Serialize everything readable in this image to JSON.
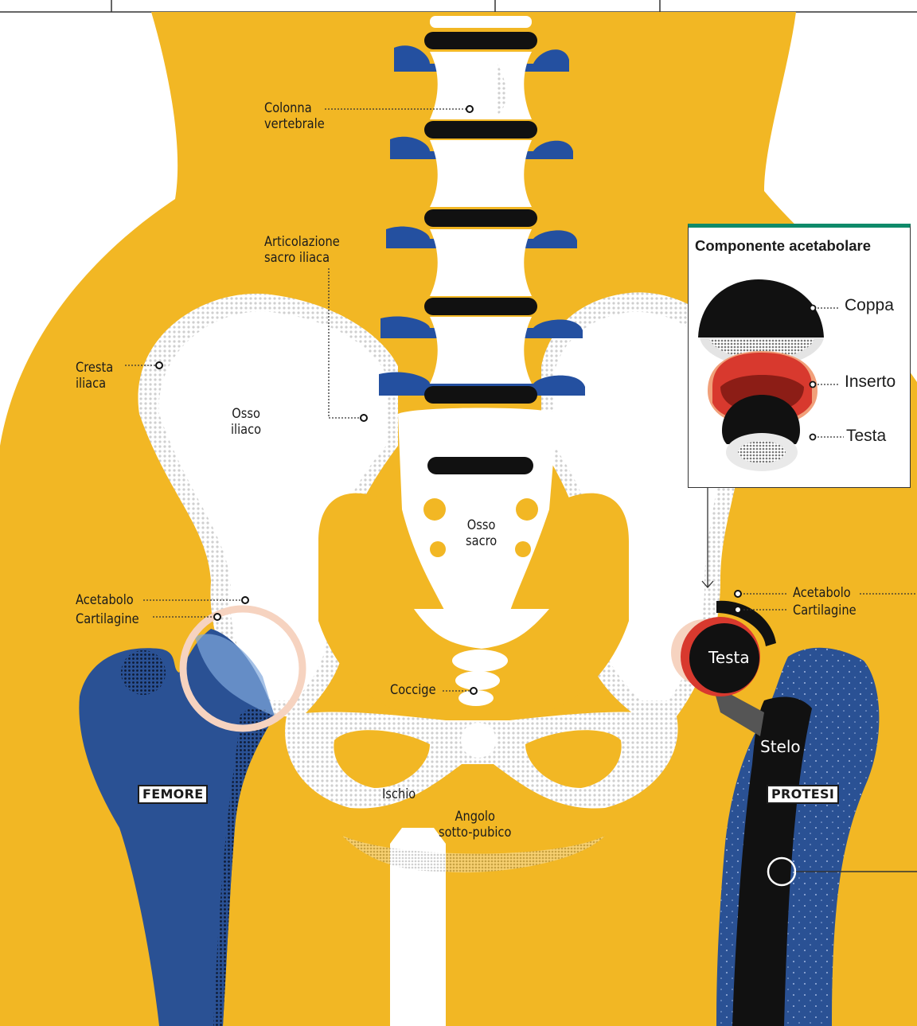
{
  "labels": {
    "colonna": "Colonna\nvertebrale",
    "articolazione": "Articolazione\nsacro iliaca",
    "cresta": "Cresta\niliaca",
    "osso_iliaco": "Osso\niliaco",
    "osso_sacro": "Osso\nsacro",
    "acetabolo_left": "Acetabolo",
    "cartilagine_left": "Cartilagine",
    "acetabolo_right": "Acetabolo",
    "cartilagine_right": "Cartilagine",
    "coccige": "Coccige",
    "ischio": "Ischio",
    "angolo": "Angolo\nsotto-pubico",
    "femore": "FEMORE",
    "protesi": "PROTESI",
    "testa_implant": "Testa",
    "stelo": "Stelo"
  },
  "inset": {
    "title": "Componente acetabolare",
    "coppa": "Coppa",
    "inserto": "Inserto",
    "testa": "Testa"
  },
  "colors": {
    "background_body": "#F2B724",
    "bone": "#FFFFFF",
    "femur": "#2A5194",
    "implant": "#111111",
    "insert": "#D8392E",
    "cartilage": "#F6D3C0",
    "vertebra_wing": "#2450A0",
    "accent": "#0F8A6A"
  }
}
